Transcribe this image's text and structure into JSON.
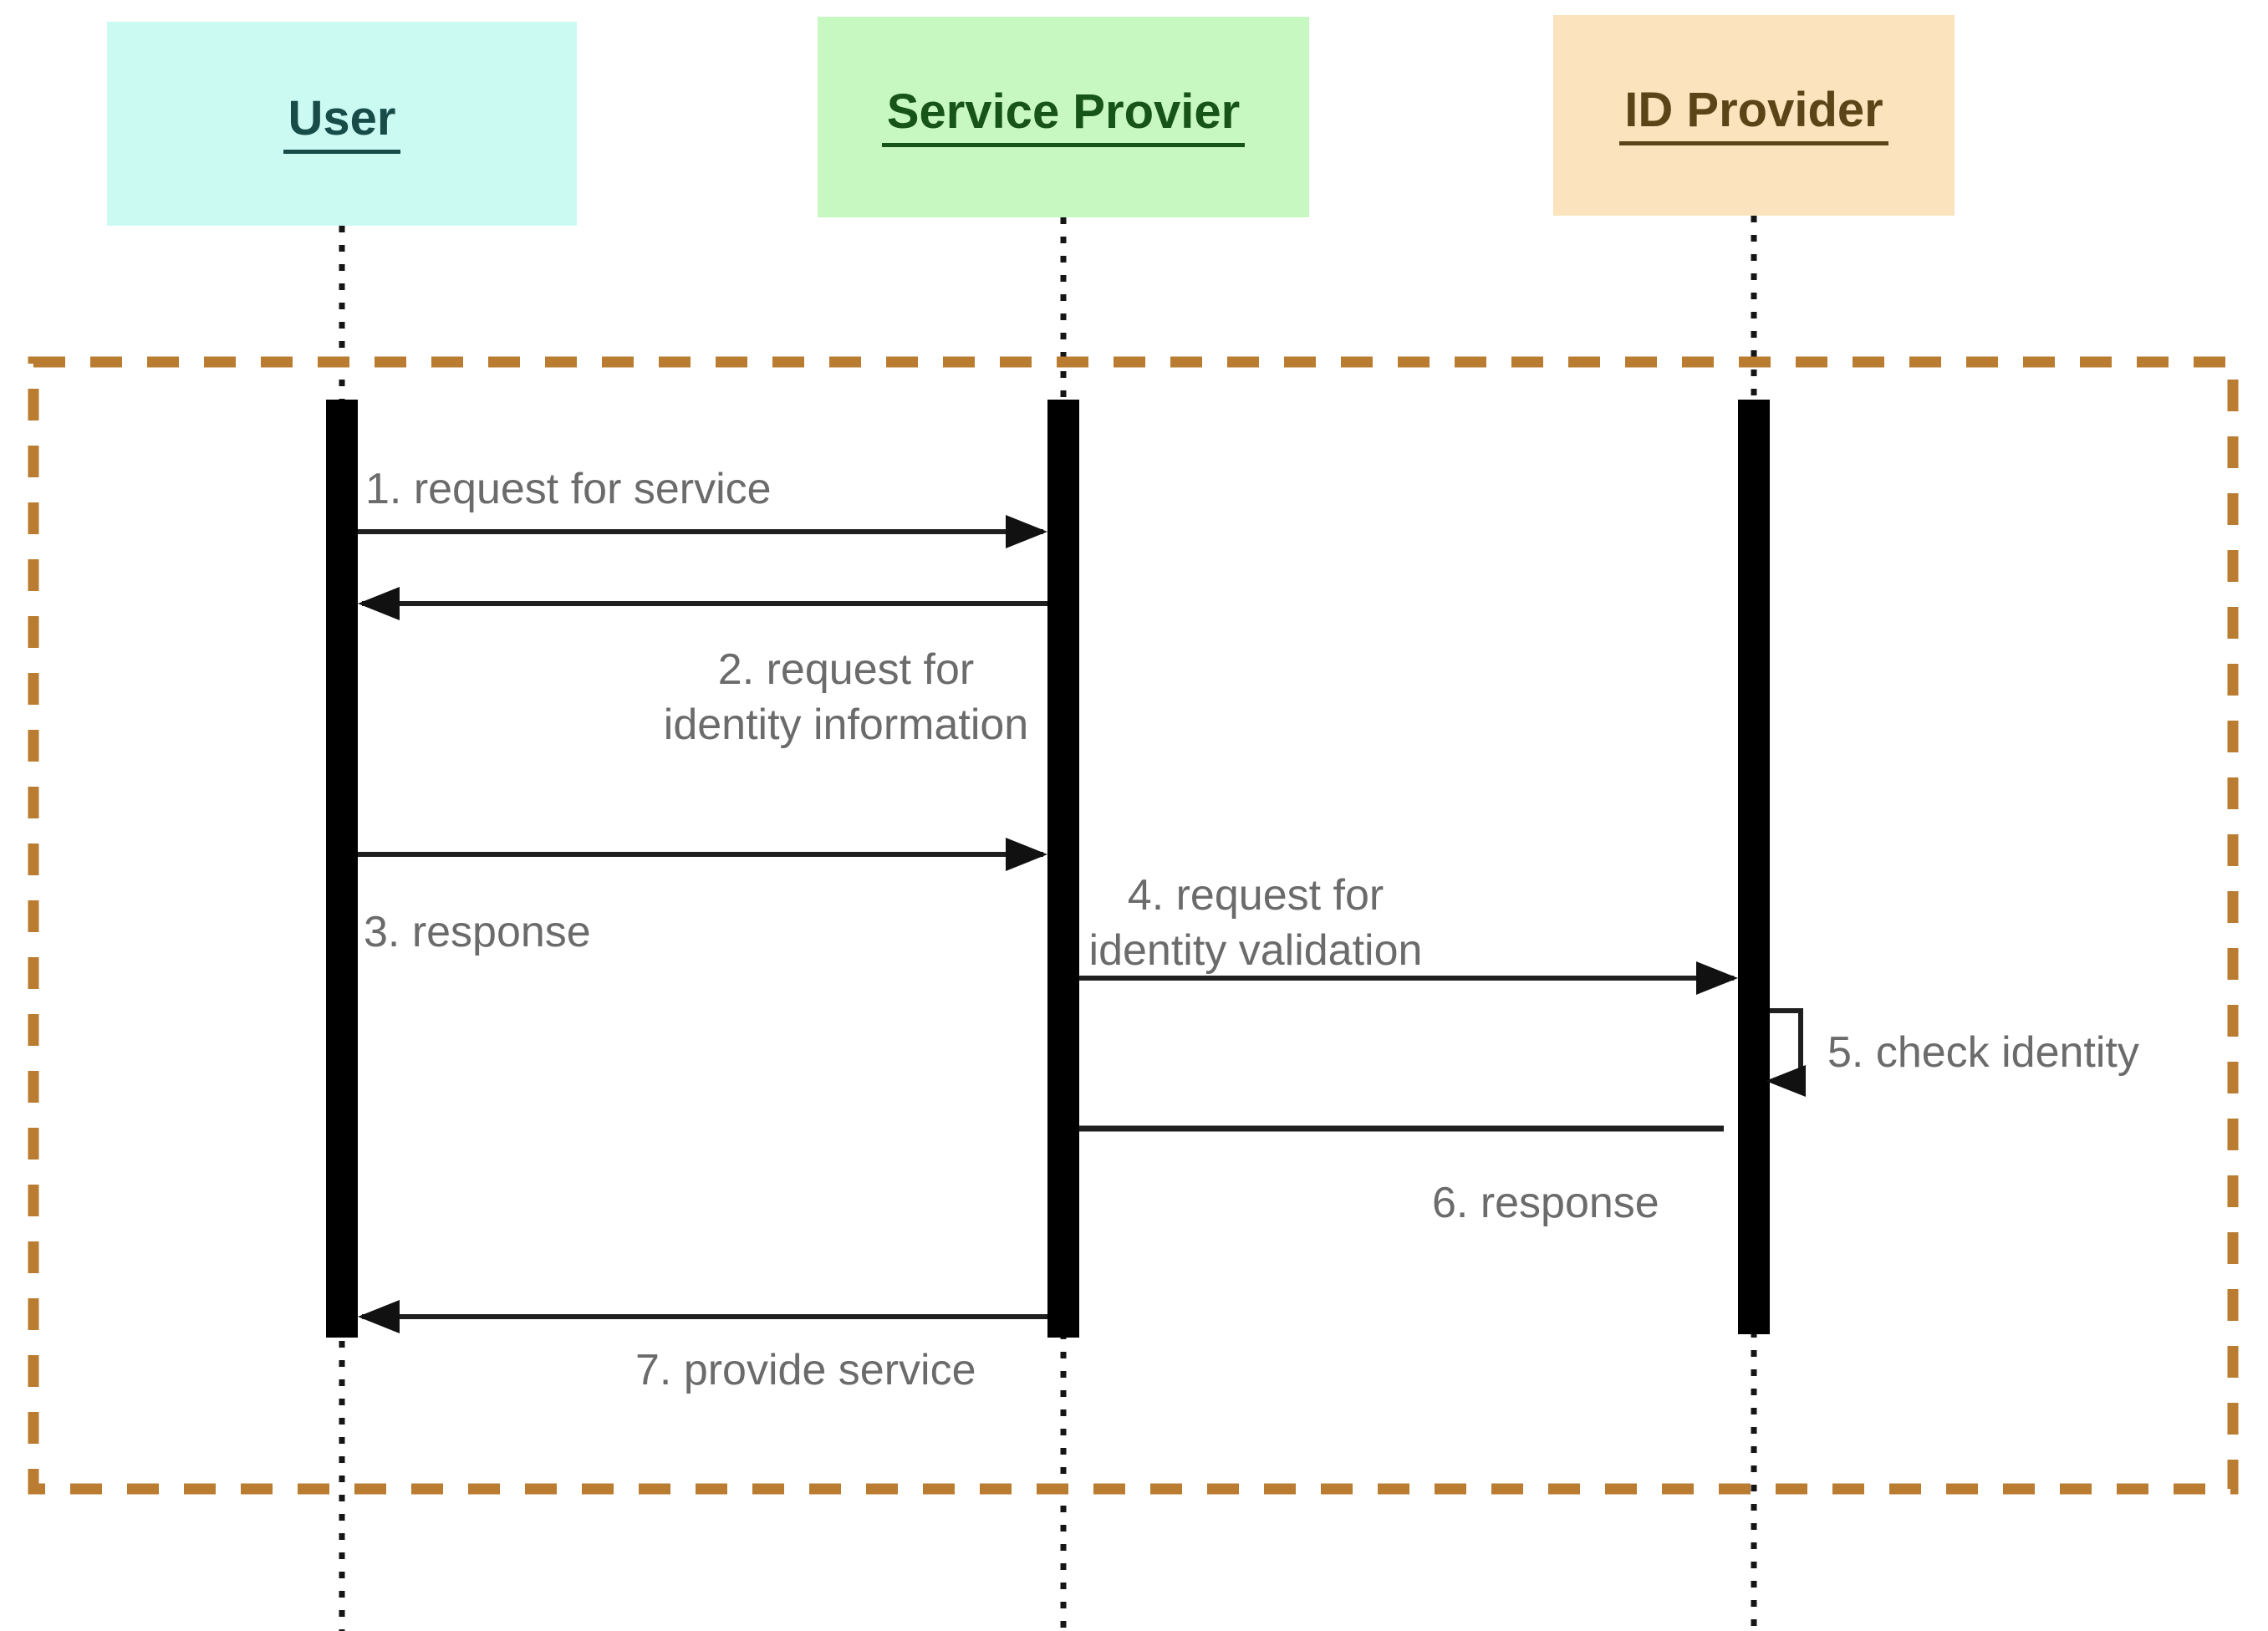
{
  "diagram": {
    "type": "sequence-diagram",
    "actors": [
      {
        "id": "user",
        "label": "User",
        "bg_color": "#cbfaf3",
        "text_color": "#174c49"
      },
      {
        "id": "service-provider",
        "label": "Service Provier",
        "bg_color": "#c8f8c2",
        "text_color": "#175417"
      },
      {
        "id": "id-provider",
        "label": "ID Provider",
        "bg_color": "#fbe4bd",
        "text_color": "#5b4518"
      }
    ],
    "messages": [
      {
        "num": 1,
        "label": "1. request for service",
        "from": "user",
        "to": "service-provider",
        "arrow": "solid-right"
      },
      {
        "num": 2,
        "lines": [
          "2. request for",
          "identity information"
        ],
        "from": "service-provider",
        "to": "user",
        "arrow": "solid-left"
      },
      {
        "num": 3,
        "label": "3. response",
        "from": "user",
        "to": "service-provider",
        "arrow": "solid-right"
      },
      {
        "num": 4,
        "lines": [
          "4. request for",
          "identity validation"
        ],
        "from": "service-provider",
        "to": "id-provider",
        "arrow": "solid-right"
      },
      {
        "num": 5,
        "label": "5. check  identity",
        "from": "id-provider",
        "to": "id-provider",
        "arrow": "self-loop"
      },
      {
        "num": 6,
        "label": "6. response",
        "from": "id-provider",
        "to": "service-provider",
        "arrow": "plain-line"
      },
      {
        "num": 7,
        "label": "7. provide service",
        "from": "service-provider",
        "to": "user",
        "arrow": "solid-left"
      }
    ],
    "colors": {
      "boundary_dashed": "#b97c30",
      "message_line": "#1f1f1f",
      "label_text": "#6b6b6b",
      "activation_bar": "#000000",
      "background": "#ffffff"
    }
  }
}
